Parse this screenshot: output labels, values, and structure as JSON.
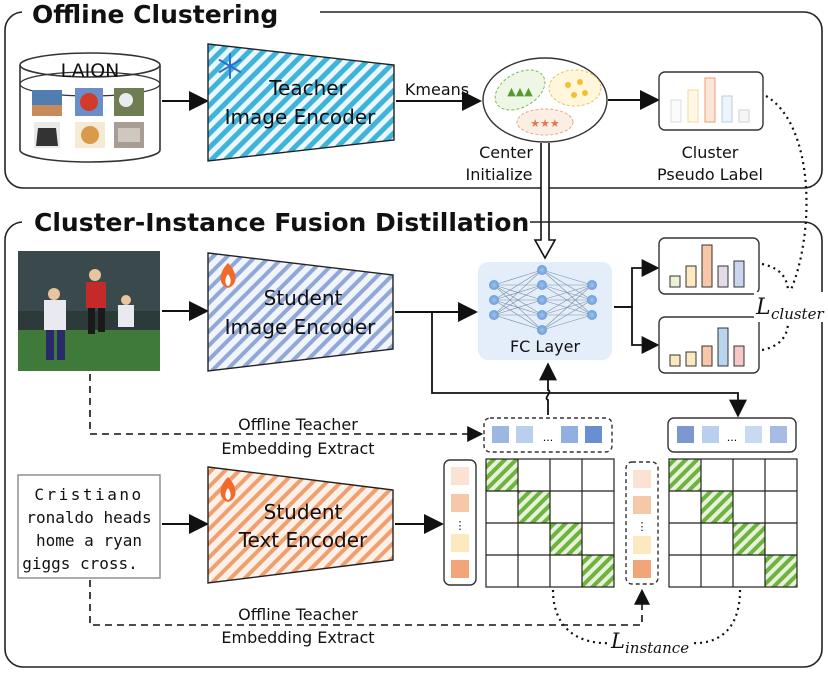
{
  "sections": {
    "offline_title": "Offline Clustering",
    "fusion_title": "Cluster-Instance Fusion Distillation"
  },
  "offline": {
    "dataset_label": "LAION",
    "teacher_encoder": [
      "Teacher",
      "Image Encoder"
    ],
    "kmeans_label": "Kmeans",
    "center_init": [
      "Center",
      "Initialize"
    ],
    "cluster_pseudo_label": [
      "Cluster",
      "Pseudo Label"
    ]
  },
  "fusion": {
    "student_image_encoder": [
      "Student",
      "Image Encoder"
    ],
    "student_text_encoder": [
      "Student",
      "Text Encoder"
    ],
    "fc_layer": "FC Layer",
    "extract_label_1": [
      "Offline Teacher",
      "Embedding Extract"
    ],
    "extract_label_2": [
      "Offline Teacher",
      "Embedding Extract"
    ],
    "caption_lines": [
      "Cristiano",
      "ronaldo heads",
      "home a ryan",
      "giggs cross."
    ],
    "loss_cluster": {
      "symbol": "L",
      "sub": "cluster"
    },
    "loss_instance": {
      "symbol": "L",
      "sub": "instance"
    },
    "embedding_ellipsis": "..."
  },
  "colors": {
    "teacher_stripe": "#3fb4d8",
    "student_image_stripe": "#8fa8d6",
    "student_text_stripe": "#f0a070",
    "fc_bg": "#e3eefa",
    "matrix_diag": "#6fb33f"
  },
  "icons": {
    "frozen": "snowflake-icon",
    "trainable": "fire-icon"
  }
}
